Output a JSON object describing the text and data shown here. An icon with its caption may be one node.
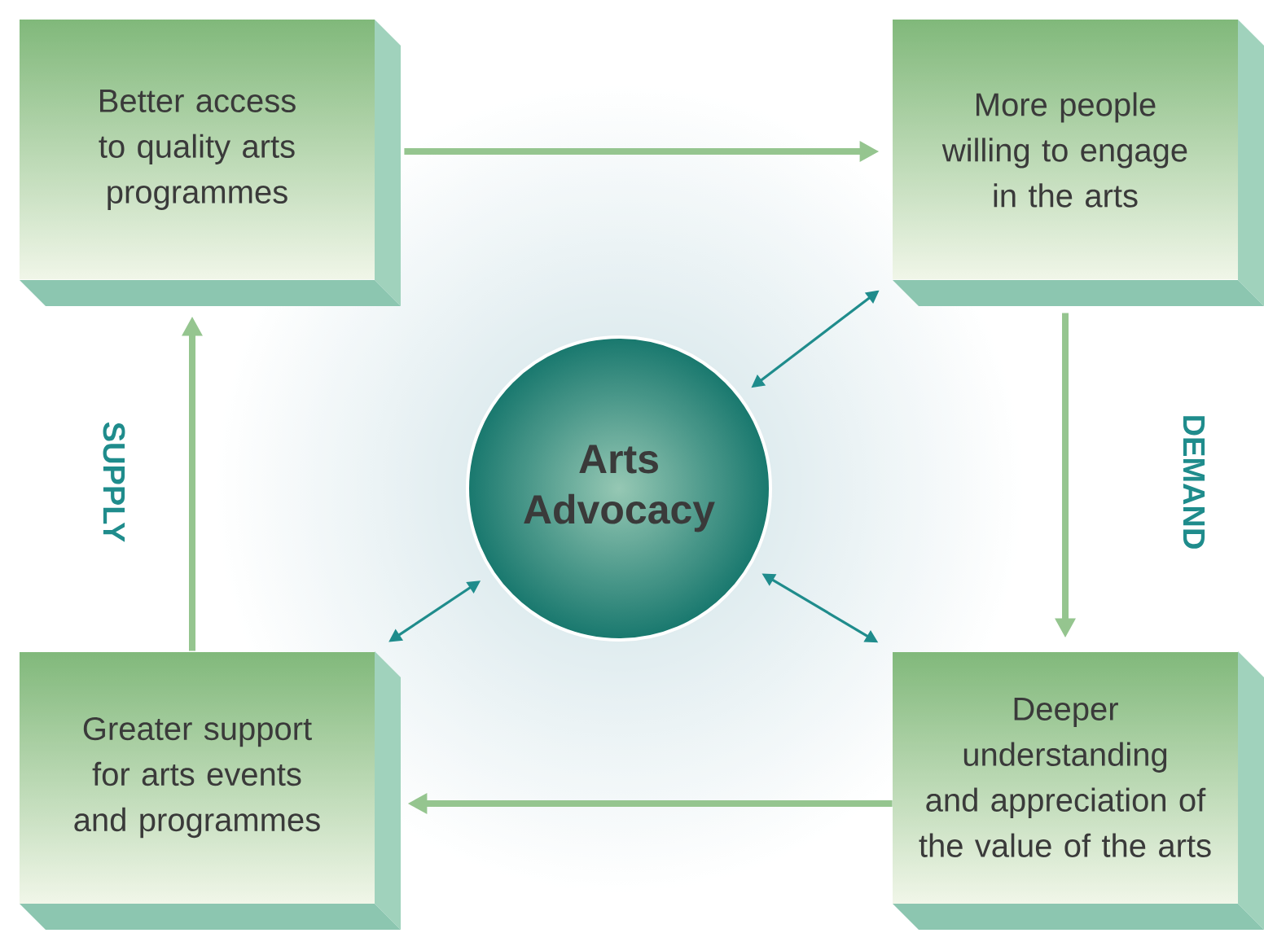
{
  "diagram": {
    "nodes": [
      {
        "text": [
          "Better access to quality arts programmes"
        ]
      },
      {
        "text": [
          "More people willing to engage in the arts"
        ]
      },
      {
        "text": [
          "Arts Advocacy"
        ]
      },
      {
        "text": [
          "Greater support for arts events and programmes"
        ]
      },
      {
        "text": [
          "Deeper understanding and appreciation of the value of the arts"
        ]
      }
    ],
    "edges": [
      {
        "from": 0,
        "to": 1,
        "arrow": "to"
      },
      {
        "from": 1,
        "to": 4,
        "arrow": "to"
      },
      {
        "from": 4,
        "to": 3,
        "arrow": "to"
      },
      {
        "from": 3,
        "to": 0,
        "arrow": "to"
      },
      {
        "from": 2,
        "to": 1,
        "arrow": "both",
        "color": "#1f8c8c"
      },
      {
        "from": 2,
        "to": 4,
        "arrow": "both",
        "color": "#1f8c8c"
      },
      {
        "from": 2,
        "to": 3,
        "arrow": "both",
        "color": "#1f8c8c"
      }
    ],
    "labels": [
      "SUPPLY",
      "DEMAND"
    ]
  }
}
